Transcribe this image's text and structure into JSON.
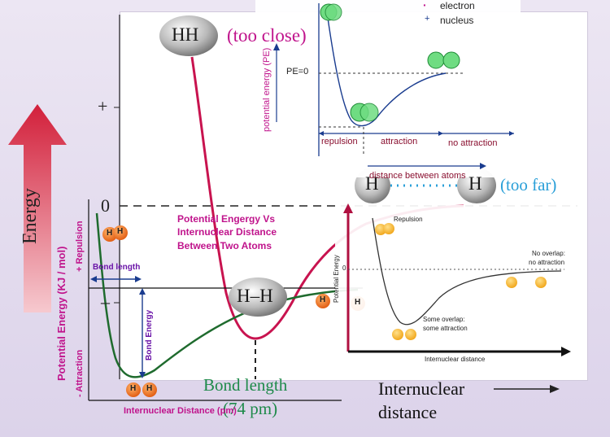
{
  "colors": {
    "red_curve": "#c8134f",
    "green_curve": "#1f6b2e",
    "blue_axis": "#1a3c8f",
    "energy_arrow": "#d21f3a",
    "purple_text": "#c0148c",
    "cyan_text": "#2a9fd8",
    "atom_orange": "#ee7a16",
    "atom_green": "#3ec05a"
  },
  "main": {
    "energy_label": "Energy",
    "plus_tick": "+",
    "zero_tick": "0",
    "minus_tick": "–",
    "hh_close": "HH",
    "too_close": "(too close)",
    "h_left": "H",
    "h_right": "H",
    "too_far": "(too far)",
    "hh_bond": "H–H",
    "bond_length_label": "Bond length",
    "bond_length_value": "(74 pm)",
    "x_axis_label_line1": "Internuclear",
    "x_axis_label_line2": "distance"
  },
  "chart_data": [
    {
      "type": "line",
      "title": "",
      "xlabel": "Internuclear distance",
      "ylabel": "Energy",
      "y_ticks": [
        "+",
        "0",
        "–"
      ],
      "series": [
        {
          "name": "",
          "x": [
            0.2,
            0.3,
            0.45,
            0.6,
            0.74,
            0.9,
            1.2,
            1.6,
            2.0,
            2.5,
            3.0
          ],
          "y": [
            2.6,
            1.9,
            0.9,
            -0.4,
            -1.6,
            -1.1,
            -0.5,
            -0.22,
            -0.1,
            -0.03,
            0
          ]
        }
      ],
      "annotations": [
        "HH (too close)",
        "H–H",
        "Bond length (74 pm)",
        "H H (too far)"
      ]
    },
    {
      "type": "line",
      "title": "Potential Engergy Vs Internuclear Distance Between Two Atoms",
      "xlabel": "Internuclear Distance (pm)",
      "ylabel": "Potential Energy (KJ / mol)",
      "y_axis_side_labels": [
        "+ Repulsion",
        "- Attraction"
      ],
      "series": [
        {
          "name": "",
          "x": [
            0.3,
            0.5,
            0.74,
            1.0,
            1.5,
            2.0,
            3.0
          ],
          "y": [
            2.0,
            0.0,
            -1.0,
            -0.6,
            -0.2,
            -0.05,
            0
          ]
        }
      ],
      "annotations": [
        "Bond length",
        "Bond Energy"
      ]
    },
    {
      "type": "line",
      "title": "",
      "xlabel": "distance between atoms",
      "ylabel": "potential energy (PE)",
      "legend": [
        "electron",
        "nucleus"
      ],
      "reference_line": "PE=0",
      "regions": [
        "repulsion",
        "attraction",
        "no attraction"
      ],
      "series": [
        {
          "name": "",
          "x": [
            0.3,
            0.5,
            0.74,
            1.0,
            1.5,
            2.0
          ],
          "y": [
            2.0,
            0.2,
            -1.0,
            -0.6,
            -0.15,
            0
          ]
        }
      ]
    },
    {
      "type": "line",
      "title": "",
      "xlabel": "Internuclear distance",
      "ylabel": "Potential Energy",
      "y_ticks": [
        "0"
      ],
      "series": [
        {
          "name": "",
          "x": [
            0.3,
            0.5,
            0.74,
            1.0,
            1.5,
            2.0,
            3.0
          ],
          "y": [
            2.0,
            0.3,
            -1.0,
            -0.55,
            -0.15,
            -0.03,
            0
          ]
        }
      ],
      "annotations": [
        "Repulsion",
        "Some overlap: some attraction",
        "No overlap: no attraction"
      ]
    }
  ],
  "inset_a": {
    "title_line1": "Potential Engergy Vs",
    "title_line2": "Internuclear Distance",
    "title_line3": "Between Two Atoms",
    "y_label": "Potential Energy (KJ / mol)",
    "repulsion": "+ Repulsion",
    "attraction": "- Attraction",
    "bond_length": "Bond length",
    "bond_energy": "Bond Energy",
    "x_label": "Internuclear Distance (pm)",
    "atom_h": "H"
  },
  "inset_b": {
    "legend_electron": "electron",
    "legend_nucleus": "nucleus",
    "legend_dot": "·",
    "legend_plus": "+",
    "y_label": "potential energy (PE)",
    "pe_zero": "PE=0",
    "repulsion": "repulsion",
    "attraction": "attraction",
    "no_attraction": "no attraction",
    "x_label": "distance between atoms"
  },
  "inset_c": {
    "y_label": "Potential Energy",
    "zero": "0",
    "repulsion": "Repulsion",
    "some_overlap_1": "Some overlap:",
    "some_overlap_2": "some attraction",
    "no_overlap_1": "No overlap:",
    "no_overlap_2": "no attraction",
    "x_label": "Internuclear distance"
  }
}
